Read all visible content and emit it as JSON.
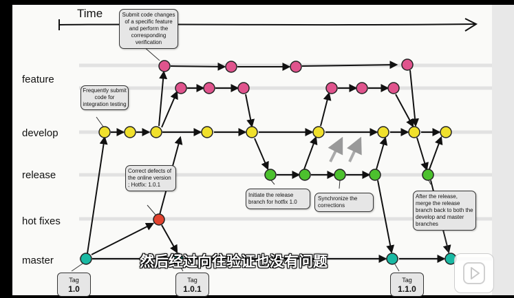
{
  "time_label": "Time",
  "lanes": {
    "feature": "feature",
    "develop": "develop",
    "release": "release",
    "hotfixes": "hot fixes",
    "master": "master"
  },
  "notes": {
    "submit_feature": "Submit code changes of a specific feature and perform the corresponding verification",
    "frequent_submit": "Frequently submit code for integration testing",
    "correct_defects": "Correct defects of the online version ; Hotfix: 1.0.1",
    "initiate_release": "Initiate the release branch for hotfix 1.0",
    "synchronize": "Synchronize the corrections",
    "after_release": "After the release, merge the release branch back to both the develop and master branches"
  },
  "tags": [
    {
      "label": "Tag",
      "version": "1.0"
    },
    {
      "label": "Tag",
      "version": "1.0.1"
    },
    {
      "label": "Tag",
      "version": "1.1.0"
    }
  ],
  "subtitle": "然后经过向往验证也没有问题",
  "colors": {
    "feature": "#e0548d",
    "develop": "#f0e02c",
    "release": "#4cc12e",
    "hotfix": "#e2432f",
    "master": "#1ab9a3"
  },
  "icons": [
    "play-icon"
  ]
}
